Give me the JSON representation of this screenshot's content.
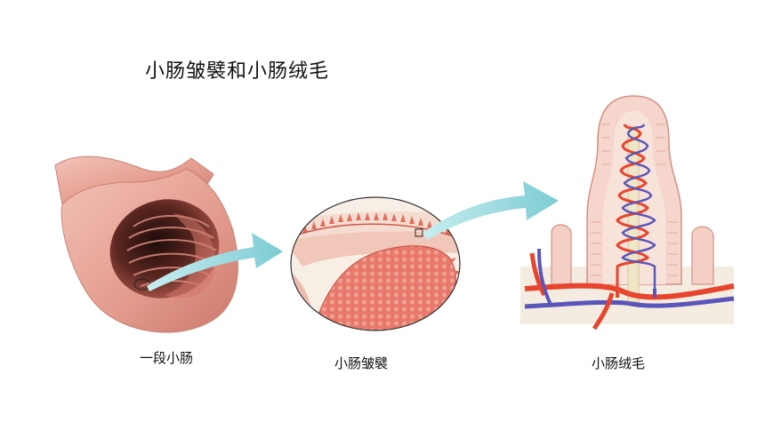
{
  "title": "小肠皱襞和小肠绒毛",
  "captions": {
    "segment": "一段小肠",
    "folds": "小肠皱襞",
    "villi": "小肠绒毛"
  },
  "colors": {
    "tissue": "#e9a497",
    "tissue_dark": "#c86a5e",
    "arrow": "#8fd3d9",
    "artery": "#e8452e",
    "vein": "#5a55b8",
    "lacteal": "#efe6c8"
  }
}
